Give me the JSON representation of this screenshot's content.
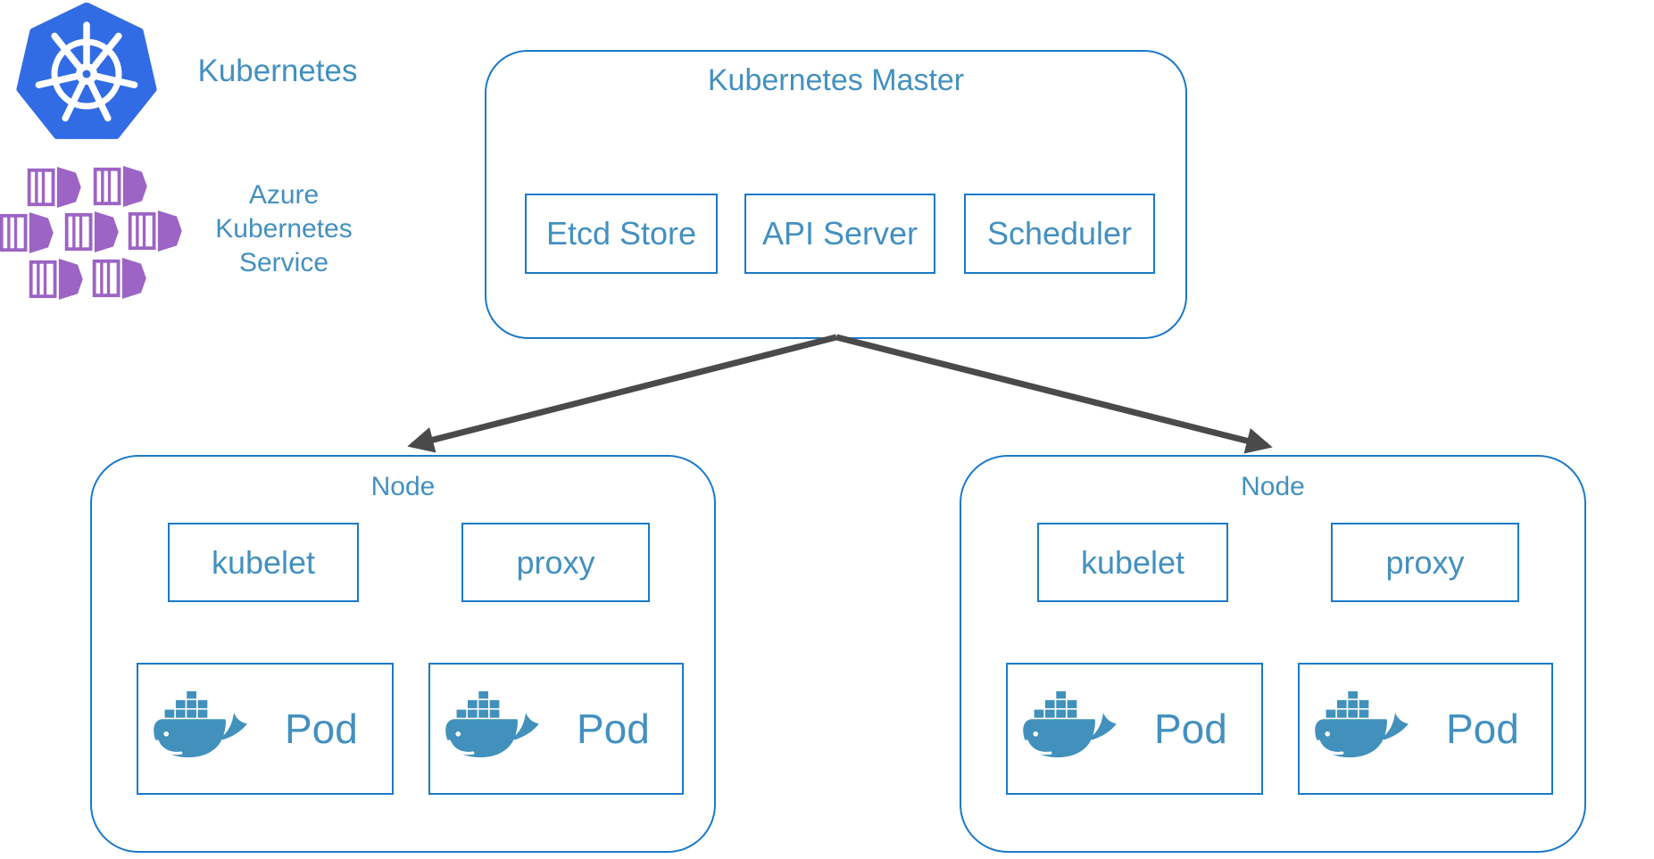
{
  "header": {
    "kubernetes_label": "Kubernetes",
    "aks_lines": [
      "Azure",
      "Kubernetes",
      "Service"
    ]
  },
  "master": {
    "title": "Kubernetes Master",
    "components": [
      "Etcd Store",
      "API Server",
      "Scheduler"
    ]
  },
  "nodes": [
    {
      "title": "Node",
      "components": [
        "kubelet",
        "proxy"
      ],
      "pods": [
        "Pod",
        "Pod"
      ]
    },
    {
      "title": "Node",
      "components": [
        "kubelet",
        "proxy"
      ],
      "pods": [
        "Pod",
        "Pod"
      ]
    }
  ],
  "icons": {
    "kubernetes_logo": "kubernetes-helm-wheel",
    "aks_logo": "azure-kubernetes-service-containers",
    "pod_icon": "docker-whale"
  },
  "colors": {
    "box_border": "#1b79c8",
    "label_text": "#4390bf",
    "arrow": "#4a4a4a",
    "kubernetes_blue": "#326ce5",
    "aks_purple": "#9c64c4",
    "docker_blue": "#4191bc",
    "background": "#ffffff"
  }
}
